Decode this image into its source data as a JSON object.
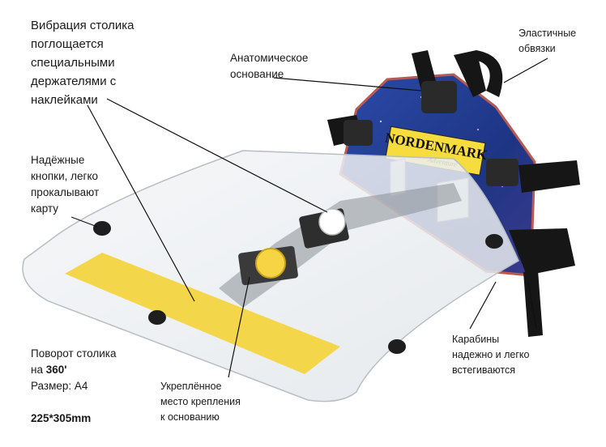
{
  "product": {
    "brand": "NORDENMARK",
    "brand_sub": "Adventure"
  },
  "annotations": {
    "vibration": "Вибрация столика\nпоглощается\nспециальными\nдержателями с\nнаклейками",
    "anatomic_base": "Анатомическое\nоснование",
    "elastic_straps": "Эластичные\nобвязки",
    "buttons": "Надёжные\nкнопки, легко\nпрокалывают\nкарту",
    "rotation_prefix": "Поворот столика\nна ",
    "rotation_value": "360'",
    "size_prefix": "Размер: А4",
    "size_value": "225*305mm",
    "reinforced_mount": "Укреплённое\nместо крепления\nк основанию",
    "carabiners": "Карабины\nнадежно и легко\nвстегиваются"
  },
  "colors": {
    "accent_yellow": "#f3d64a",
    "base_blue": "#223f95",
    "strap_black": "#161616"
  }
}
